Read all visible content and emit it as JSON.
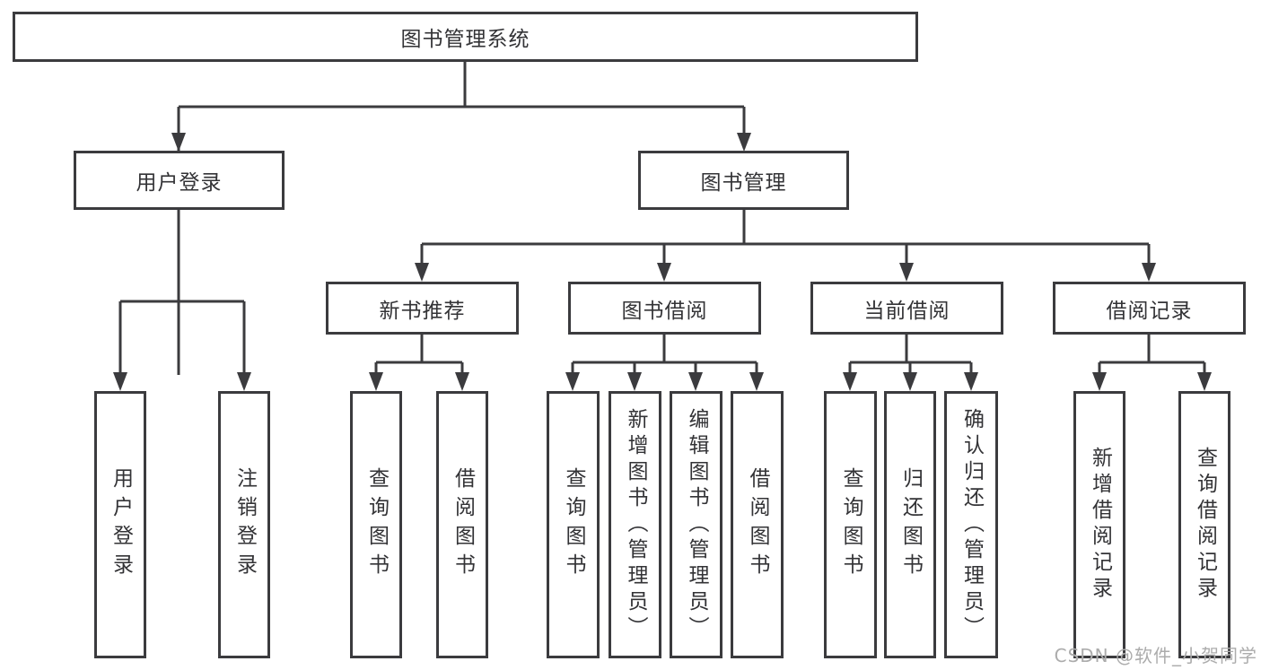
{
  "nodes": {
    "root": {
      "label": "图书管理系统"
    },
    "user_login": {
      "label": "用户登录"
    },
    "book_mgmt": {
      "label": "图书管理"
    },
    "new_book_rec": {
      "label": "新书推荐"
    },
    "book_borrow": {
      "label": "图书借阅"
    },
    "current_borrow": {
      "label": "当前借阅"
    },
    "borrow_records": {
      "label": "借阅记录"
    },
    "leaf_user_login": {
      "label": "用户登录"
    },
    "leaf_logout": {
      "label": "注销登录"
    },
    "leaf_query_book_rec": {
      "label": "查询图书"
    },
    "leaf_borrow_book_rec": {
      "label": "借阅图书"
    },
    "leaf_query_book_borrow": {
      "label": "查询图书"
    },
    "leaf_add_book_admin": {
      "label": "新增图书（管理员）"
    },
    "leaf_edit_book_admin": {
      "label": "编辑图书（管理员）"
    },
    "leaf_borrow_book_borrow": {
      "label": "借阅图书"
    },
    "leaf_query_book_current": {
      "label": "查询图书"
    },
    "leaf_return_book": {
      "label": "归还图书"
    },
    "leaf_confirm_return_admin": {
      "label": "确认归还（管理员）"
    },
    "leaf_add_borrow_record": {
      "label": "新增借阅记录"
    },
    "leaf_query_borrow_record": {
      "label": "查询借阅记录"
    }
  },
  "watermark": {
    "text": "CSDN @软件_小贺同学"
  },
  "colors": {
    "line": "#3b3b3e",
    "text": "#333336",
    "watermark": "#acacac",
    "background": "#ffffff"
  },
  "chart_data": {
    "type": "tree-diagram",
    "title": "图书管理系统",
    "hierarchy": {
      "图书管理系统": {
        "用户登录": [
          "用户登录",
          "注销登录"
        ],
        "图书管理": {
          "新书推荐": [
            "查询图书",
            "借阅图书"
          ],
          "图书借阅": [
            "查询图书",
            "新增图书（管理员）",
            "编辑图书（管理员）",
            "借阅图书"
          ],
          "当前借阅": [
            "查询图书",
            "归还图书",
            "确认归还（管理员）"
          ],
          "借阅记录": [
            "新增借阅记录",
            "查询借阅记录"
          ]
        }
      }
    }
  }
}
